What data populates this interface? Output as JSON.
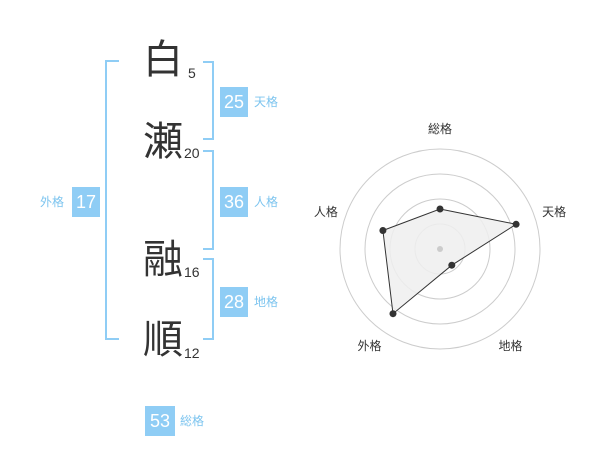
{
  "name": {
    "chars": [
      {
        "char": "白",
        "strokes": "5"
      },
      {
        "char": "瀬",
        "strokes": "20"
      },
      {
        "char": "融",
        "strokes": "16"
      },
      {
        "char": "順",
        "strokes": "12"
      }
    ]
  },
  "fortune": {
    "tenkaku": {
      "value": "25",
      "label": "天格"
    },
    "jinkaku": {
      "value": "36",
      "label": "人格"
    },
    "chikaku": {
      "value": "28",
      "label": "地格"
    },
    "gaikaku": {
      "value": "17",
      "label": "外格"
    },
    "soukaku": {
      "value": "53",
      "label": "総格"
    }
  },
  "colors": {
    "accent": "#8fcdf5",
    "label": "#7cc4ef",
    "text": "#333333"
  },
  "chart_data": {
    "type": "radar",
    "axes": [
      "総格",
      "天格",
      "地格",
      "外格",
      "人格"
    ],
    "values": [
      2,
      4,
      1,
      4,
      3
    ],
    "max": 5,
    "rings": 4
  }
}
